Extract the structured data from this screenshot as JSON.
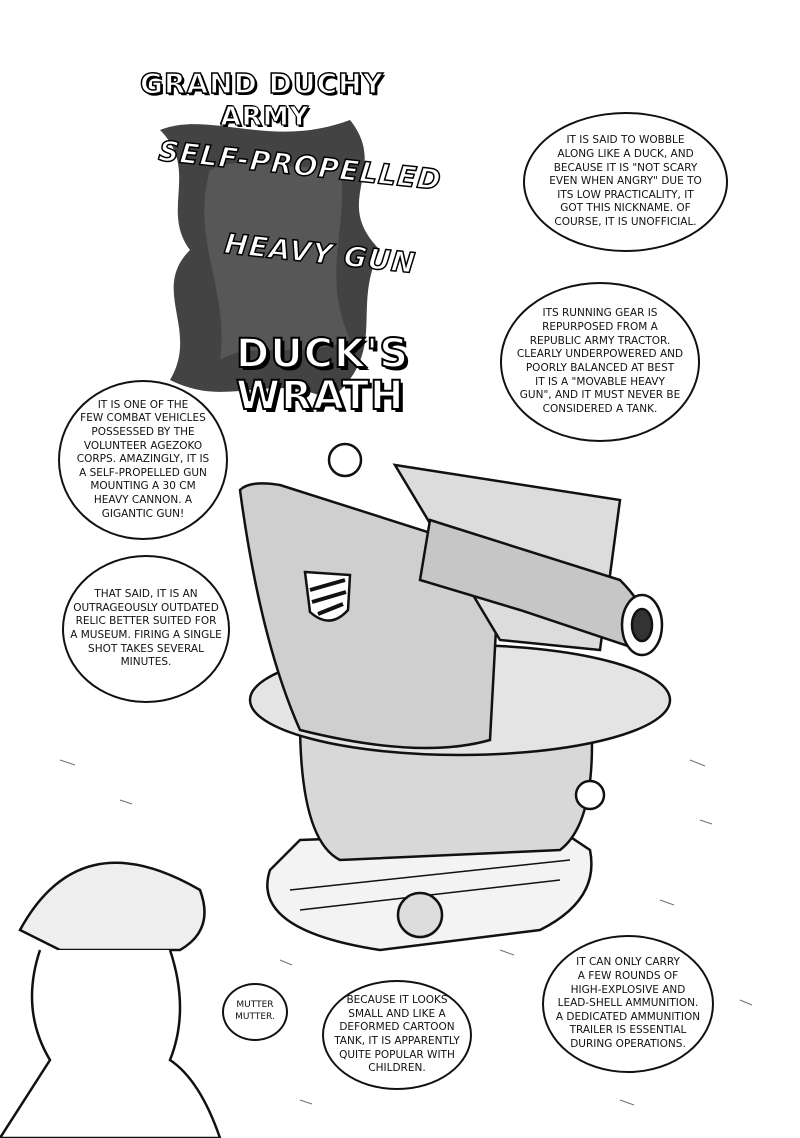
{
  "title": {
    "line1": "GRAND DUCHY",
    "line2": "ARMY",
    "line3": "SELF-PROPELLED",
    "line4": "HEAVY GUN",
    "line5": "DUCK'S\nWRATH"
  },
  "bubbles": {
    "nickname": "It is said to wobble\nalong like a duck, and\nbecause it is \"not scary\neven when angry\" due to\nits low practicality, it\ngot this nickname. Of\ncourse, it is unofficial.",
    "running_gear": "Its running gear is\nrepurposed from a\nRepublic Army tractor.\nClearly underpowered and\npoorly balanced at best\nit is a \"movable heavy\ngun\", and it must never be\nconsidered a tank.",
    "combat_vehicle": "It is one of the\nfew combat vehicles\npossessed by the\nVolunteer Agezoko\nCorps. Amazingly, it is\na self-propelled gun\nmounting a 30 cm\nheavy cannon. A\ngigantic gun!",
    "outdated": "That said, it is an\noutrageously outdated\nrelic better suited for\na museum. Firing a single\nshot takes several\nminutes.",
    "mutter": "Mutter\nmutter.",
    "popular": "Because it looks\nsmall and like a\ndeformed cartoon\ntank, it is apparently\nquite popular with\nchildren.",
    "ammunition": "It can only carry\na few rounds of\nhigh-explosive and\nlead-shell ammunition.\nA dedicated ammunition\ntrailer is essential\nduring operations."
  }
}
